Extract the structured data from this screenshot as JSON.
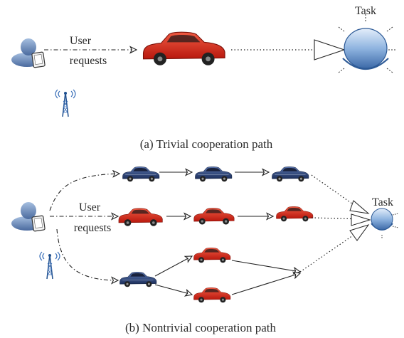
{
  "panel_a": {
    "user_label_line1": "User",
    "user_label_line2": "requests",
    "task_label": "Task",
    "caption": "(a)  Trivial cooperation path"
  },
  "panel_b": {
    "user_label_line1": "User",
    "user_label_line2": "requests",
    "task_label": "Task",
    "caption": "(b)  Nontrivial cooperation path"
  },
  "colors": {
    "red_car": "#d8281c",
    "blue_car": "#2c4a86",
    "task_node": "#8fb4e0",
    "user_icon": "#6f8fbf"
  },
  "icons": [
    "user-icon",
    "antenna-tower-icon",
    "red-car-icon",
    "blue-car-icon",
    "task-node-icon"
  ]
}
